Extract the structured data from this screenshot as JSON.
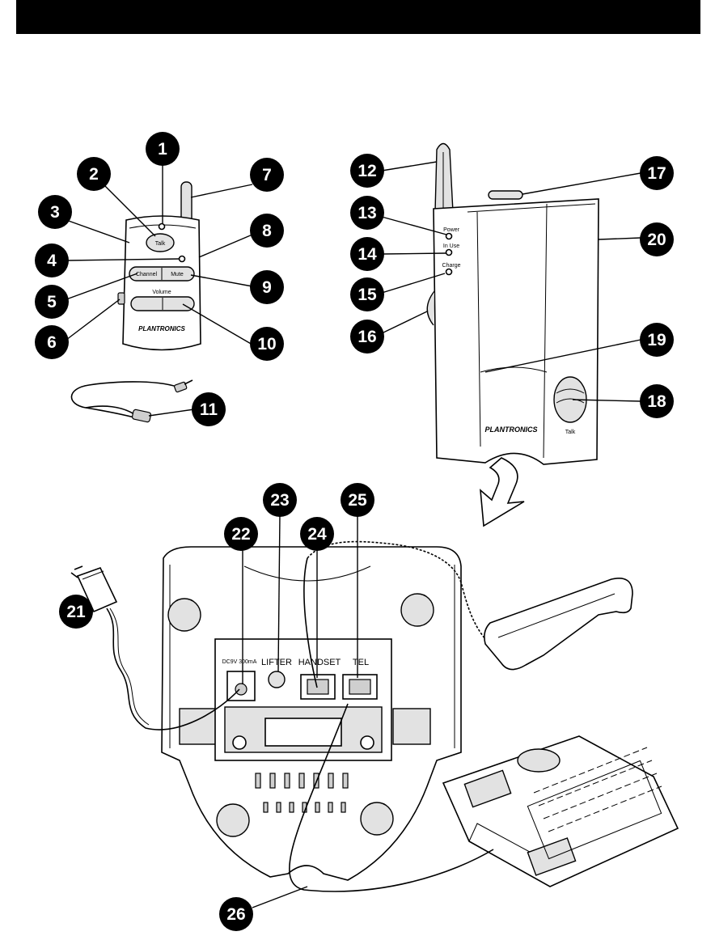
{
  "header": {
    "bar_color": "#000000"
  },
  "headset_unit": {
    "talk_label": "Talk",
    "button_5_label": "Channel",
    "button_9_label": "Mute",
    "volume_label": "Volume",
    "brand": "PLANTRONICS"
  },
  "base_unit": {
    "power_label": "Power",
    "in_use_label": "In Use",
    "charge_label": "Charge",
    "talk_label": "Talk",
    "brand": "PLANTRONICS"
  },
  "base_bottom": {
    "power_port_label": "DC9V 300mA",
    "lifter_label": "LIFTER",
    "handset_label": "HANDSET",
    "tel_label": "TEL"
  },
  "callouts": [
    "1",
    "2",
    "3",
    "4",
    "5",
    "6",
    "7",
    "8",
    "9",
    "10",
    "11",
    "12",
    "13",
    "14",
    "15",
    "16",
    "17",
    "18",
    "19",
    "20",
    "21",
    "22",
    "23",
    "24",
    "25",
    "26"
  ]
}
